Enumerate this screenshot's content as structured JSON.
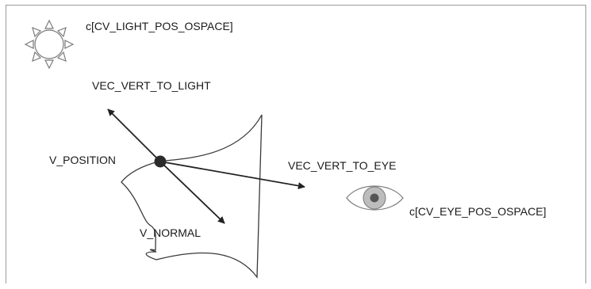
{
  "diagram": {
    "labels": {
      "light_pos": "c[CV_LIGHT_POS_OSPACE]",
      "vec_to_light": "VEC_VERT_TO_LIGHT",
      "position": "V_POSITION",
      "vec_to_eye": "VEC_VERT_TO_EYE",
      "eye_pos": "c[CV_EYE_POS_OSPACE]",
      "normal": "V_NORMAL"
    },
    "icons": {
      "light": "sun-icon",
      "eye": "eye-icon"
    },
    "colors": {
      "stroke": "#3a3a3a",
      "arrow": "#222222",
      "vertex": "#2b2b2b",
      "iris": "#bdbdbd",
      "pupil": "#555555"
    }
  }
}
